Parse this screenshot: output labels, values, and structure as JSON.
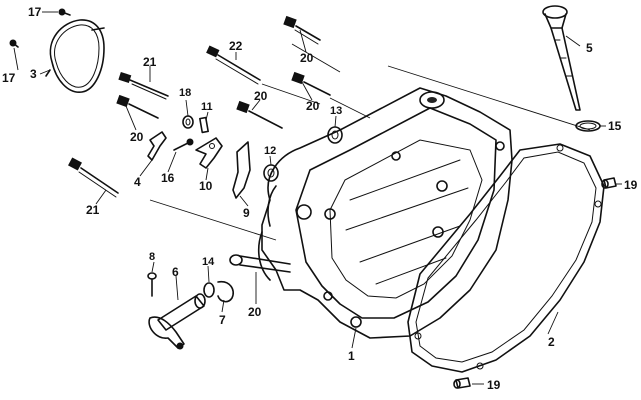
{
  "callouts": [
    {
      "id": "c17a",
      "text": "17"
    },
    {
      "id": "c17b",
      "text": "17"
    },
    {
      "id": "c3",
      "text": "3"
    },
    {
      "id": "c21a",
      "text": "21"
    },
    {
      "id": "c22",
      "text": "22"
    },
    {
      "id": "c20a",
      "text": "20"
    },
    {
      "id": "c20b",
      "text": "20"
    },
    {
      "id": "c20c",
      "text": "20"
    },
    {
      "id": "c20d",
      "text": "20"
    },
    {
      "id": "c20e",
      "text": "20"
    },
    {
      "id": "c18",
      "text": "18"
    },
    {
      "id": "c11",
      "text": "11"
    },
    {
      "id": "c13",
      "text": "13"
    },
    {
      "id": "c5",
      "text": "5"
    },
    {
      "id": "c15",
      "text": "15"
    },
    {
      "id": "c12",
      "text": "12"
    },
    {
      "id": "c4",
      "text": "4"
    },
    {
      "id": "c16",
      "text": "16"
    },
    {
      "id": "c10",
      "text": "10"
    },
    {
      "id": "c9",
      "text": "9"
    },
    {
      "id": "c21b",
      "text": "21"
    },
    {
      "id": "c19a",
      "text": "19"
    },
    {
      "id": "c19b",
      "text": "19"
    },
    {
      "id": "c8",
      "text": "8"
    },
    {
      "id": "c6",
      "text": "6"
    },
    {
      "id": "c14",
      "text": "14"
    },
    {
      "id": "c7",
      "text": "7"
    },
    {
      "id": "c1",
      "text": "1"
    },
    {
      "id": "c2",
      "text": "2"
    }
  ]
}
